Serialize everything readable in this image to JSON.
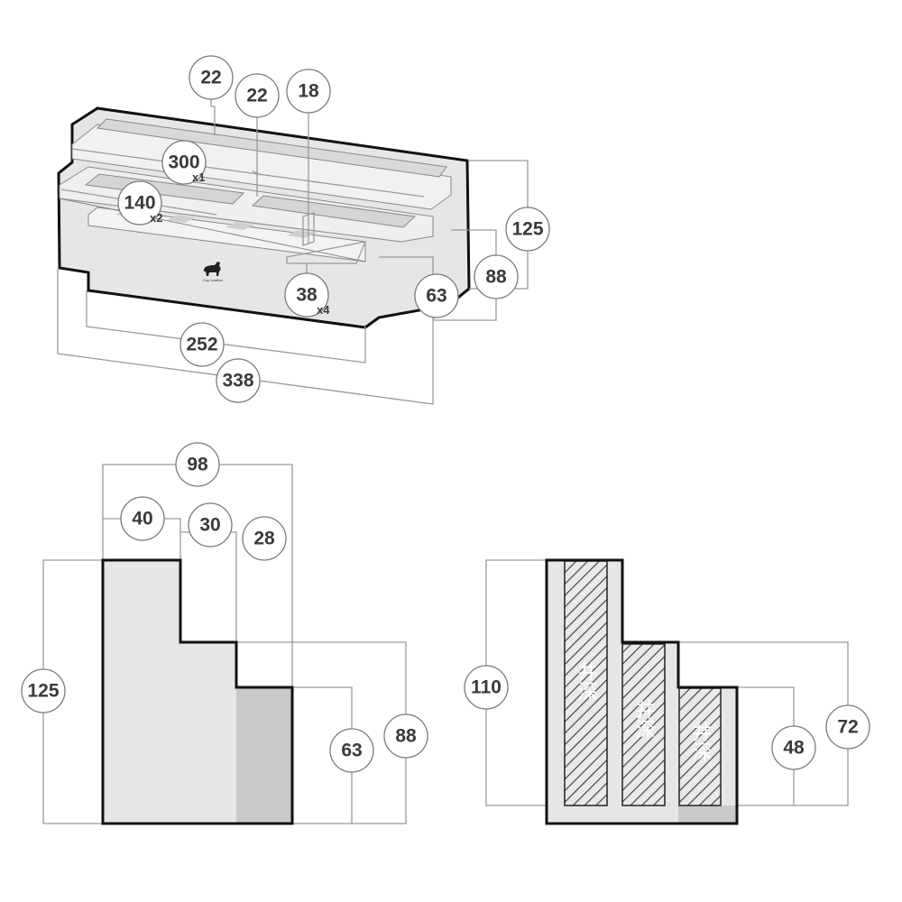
{
  "iso_view": {
    "dimensions": {
      "rail_top_a": "22",
      "rail_top_b": "22",
      "rail_top_c": "18",
      "long_slot": "300",
      "long_slot_mult": "x1",
      "medium_slot": "140",
      "medium_slot_mult": "x2",
      "small_slot": "38",
      "small_slot_mult": "x4",
      "height_total": "125",
      "height_mid": "88",
      "height_low": "63",
      "length_low": "252",
      "length_total": "338"
    }
  },
  "side_profile": {
    "dimensions": {
      "width_total": "98",
      "step_1": "40",
      "step_2": "30",
      "step_3": "28",
      "height_total": "125",
      "height_low": "63",
      "height_mid": "88"
    }
  },
  "well_section": {
    "well_label": "井深",
    "dimensions": {
      "depth_1": "110",
      "depth_2": "72",
      "depth_3": "48"
    }
  },
  "colors": {
    "body": "#e6e6e6",
    "shade": "#c9c9c9",
    "outline": "#111111",
    "dimension": "#9a9a9a"
  }
}
